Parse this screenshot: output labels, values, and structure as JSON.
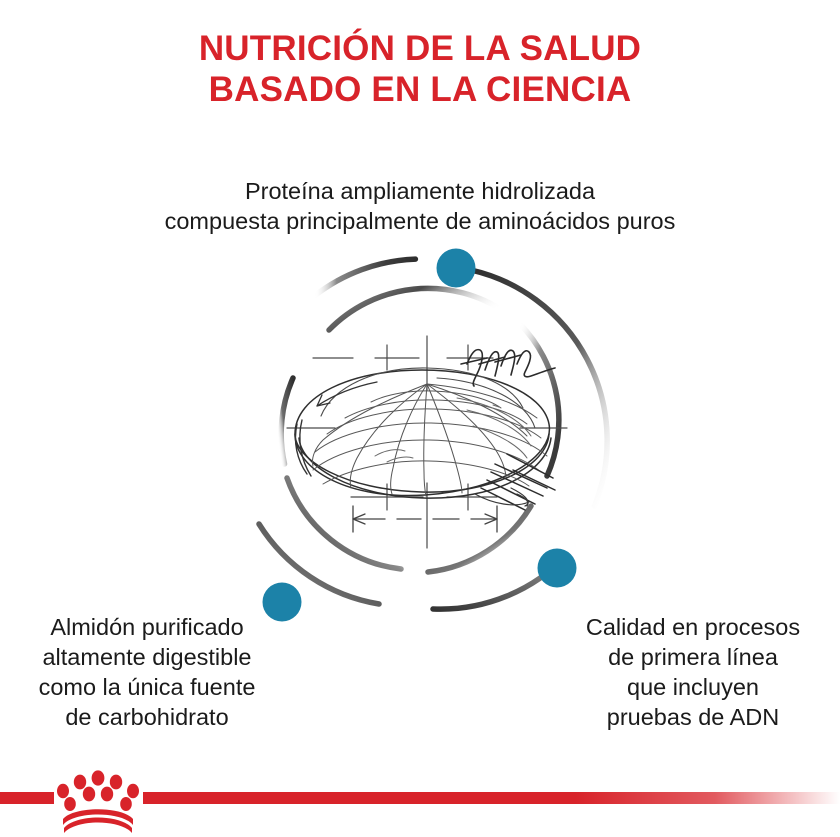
{
  "brand": {
    "name": "Royal Canin",
    "logo_icon": "royal-canin-crown-icon",
    "red": "#d8232a",
    "teal": "#1c82a8",
    "sketch_ink": "#3a3a3a"
  },
  "header": {
    "title_lines": [
      "NUTRICIÓN DE LA SALUD",
      "BASADO EN LA CIENCIA"
    ]
  },
  "callouts": {
    "top": {
      "lines": [
        "Proteína ampliamente hidrolizada",
        "compuesta principalmente de aminoácidos puros"
      ]
    },
    "bottom_left": {
      "lines": [
        "Almidón purificado",
        "altamente digestible",
        "como la única fuente",
        "de carbohidrato"
      ]
    },
    "bottom_right": {
      "lines": [
        "Calidad en procesos",
        "de primera línea",
        "que incluyen",
        "pruebas de ADN"
      ]
    }
  },
  "diagram": {
    "name": "kibble-science-diagram",
    "sketch_icon": "kibble-wireframe-sketch-icon",
    "outer_ring_icon": "outer-gradient-ring-icon",
    "inner_ring_icon": "inner-gradient-ring-icon",
    "dots": [
      {
        "name": "marker-dot-top",
        "position": "top"
      },
      {
        "name": "marker-dot-bottom-left",
        "position": "bottom-left"
      },
      {
        "name": "marker-dot-bottom-right",
        "position": "bottom-right"
      }
    ]
  },
  "footer": {
    "bar_icon": "red-rule-bar",
    "logo_icon": "royal-canin-crown-icon"
  }
}
